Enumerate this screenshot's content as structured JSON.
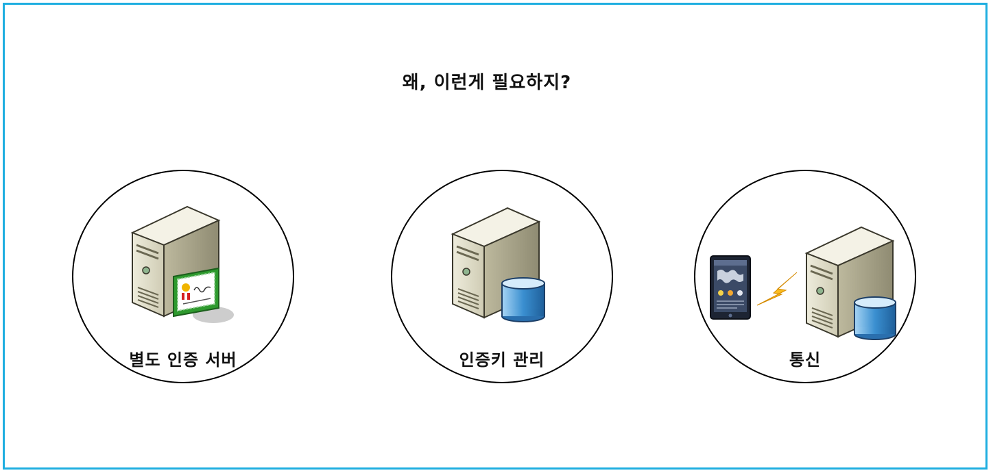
{
  "title": "왜, 이런게 필요하지?",
  "nodes": [
    {
      "label": "별도 인증 서버",
      "icon": "server-certificate-icon"
    },
    {
      "label": "인증키 관리",
      "icon": "server-database-icon"
    },
    {
      "label": "통신",
      "icon": "tablet-server-communication-icon"
    }
  ],
  "colors": {
    "frame": "#1eaee0",
    "server_body": "#d9d6c2",
    "database": "#3a8fd0",
    "lightning": "#f5b800",
    "certificate_border": "#2e9a2e"
  }
}
